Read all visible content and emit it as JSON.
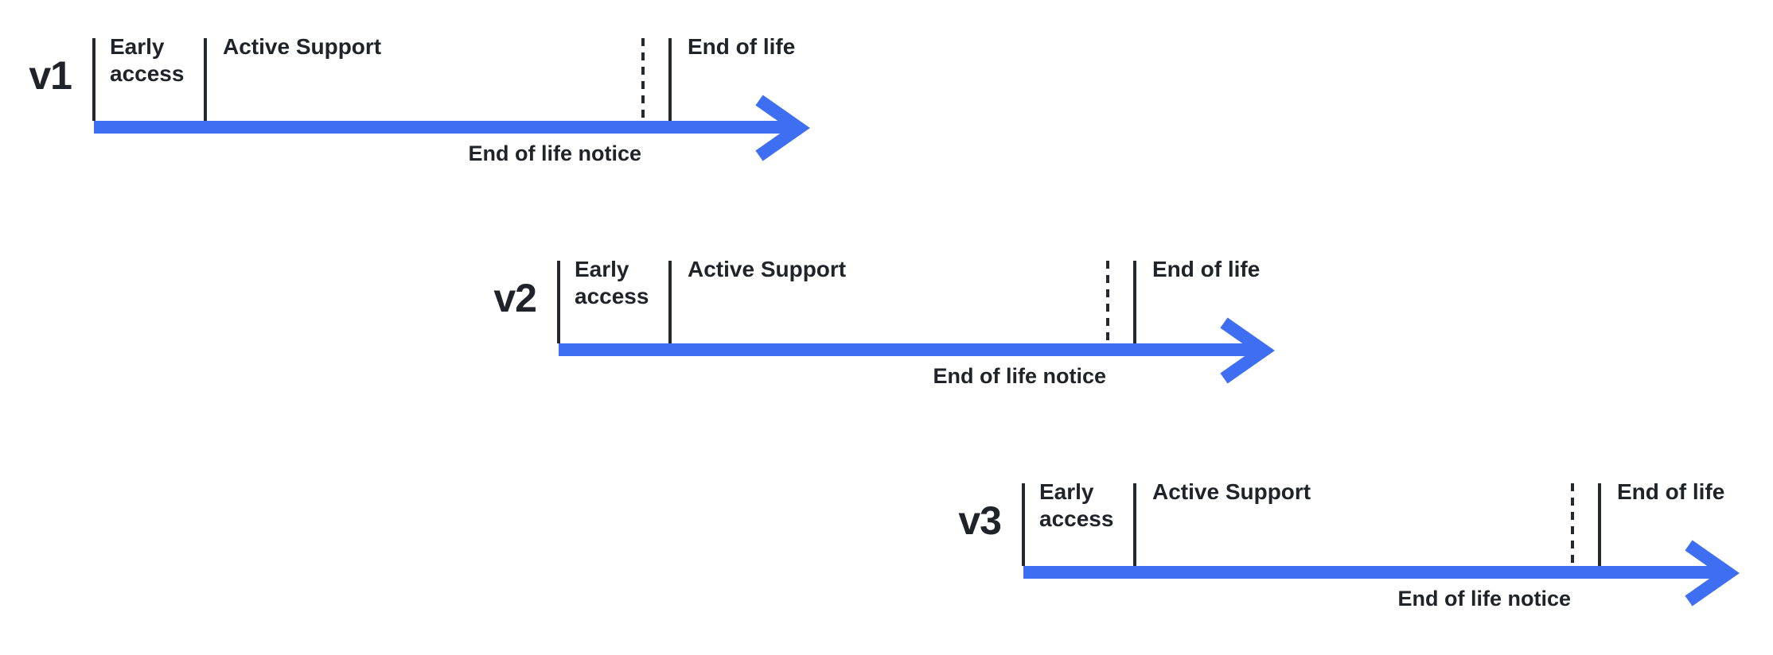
{
  "colors": {
    "arrow_blue": "#3E6EF2",
    "line_dark": "#25282D",
    "text_dark": "#202329",
    "background": "#FFFFFF"
  },
  "timelines": [
    {
      "version": "v1",
      "early_access": "Early access",
      "active_support": "Active Support",
      "end_of_life": "End of life",
      "eol_notice": "End of life notice"
    },
    {
      "version": "v2",
      "early_access": "Early access",
      "active_support": "Active Support",
      "end_of_life": "End of life",
      "eol_notice": "End of life notice"
    },
    {
      "version": "v3",
      "early_access": "Early access",
      "active_support": "Active Support",
      "end_of_life": "End of life",
      "eol_notice": "End of life notice"
    }
  ]
}
